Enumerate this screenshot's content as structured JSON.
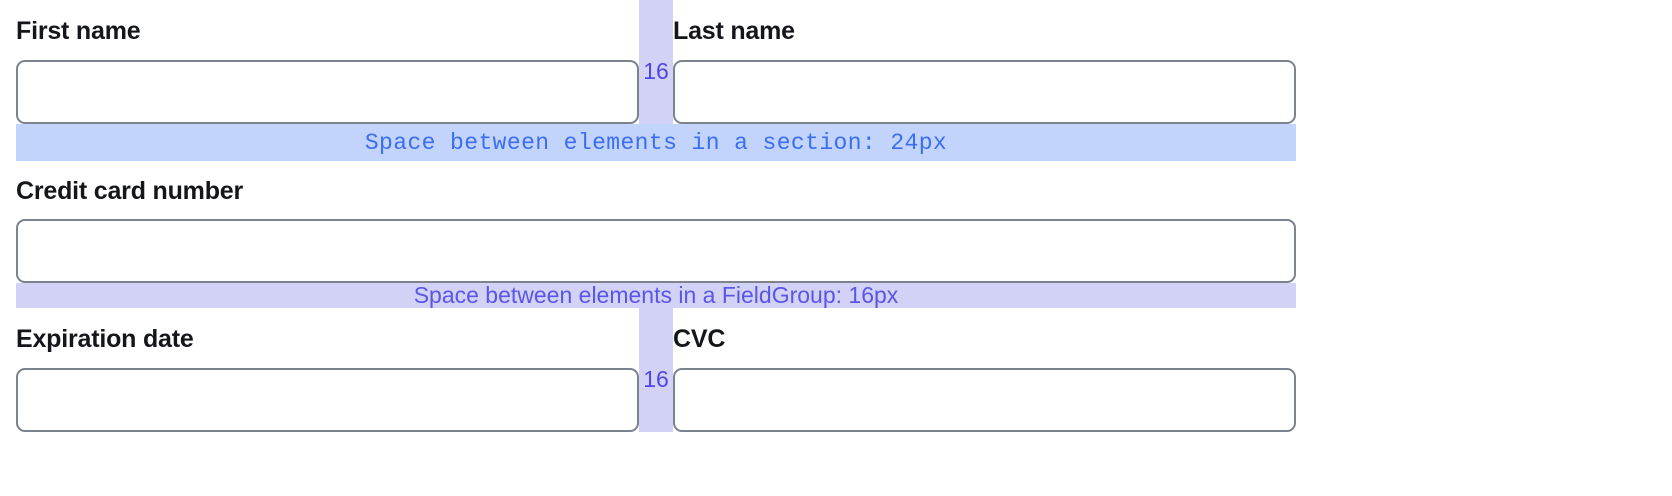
{
  "form": {
    "rows": [
      {
        "kind": "pair",
        "left": {
          "label": "First name",
          "value": "",
          "placeholder": ""
        },
        "right": {
          "label": "Last name",
          "value": "",
          "placeholder": ""
        },
        "gap_label": "16"
      },
      {
        "kind": "single",
        "field": {
          "label": "Credit card number",
          "value": "",
          "placeholder": ""
        }
      },
      {
        "kind": "pair",
        "left": {
          "label": "Expiration date",
          "value": "",
          "placeholder": ""
        },
        "right": {
          "label": "CVC",
          "value": "",
          "placeholder": ""
        },
        "gap_label": "16"
      }
    ]
  },
  "annotations": {
    "section_gap": {
      "text": "Space between elements in a section: 24px",
      "color": "#3b6ef0",
      "background": "#c2d4fb"
    },
    "fieldgroup_gap": {
      "text": "Space between elements in a FieldGroup: 16px",
      "color": "#5b55e8",
      "background": "#d2d2f7"
    },
    "column_gap": {
      "label": "16",
      "color": "#4f46e5",
      "background": "#d2d2f7"
    }
  },
  "colors": {
    "page_background": "#ffffff",
    "label_text": "#14161a",
    "input_border": "#7c828e",
    "input_background": "#ffffff"
  }
}
